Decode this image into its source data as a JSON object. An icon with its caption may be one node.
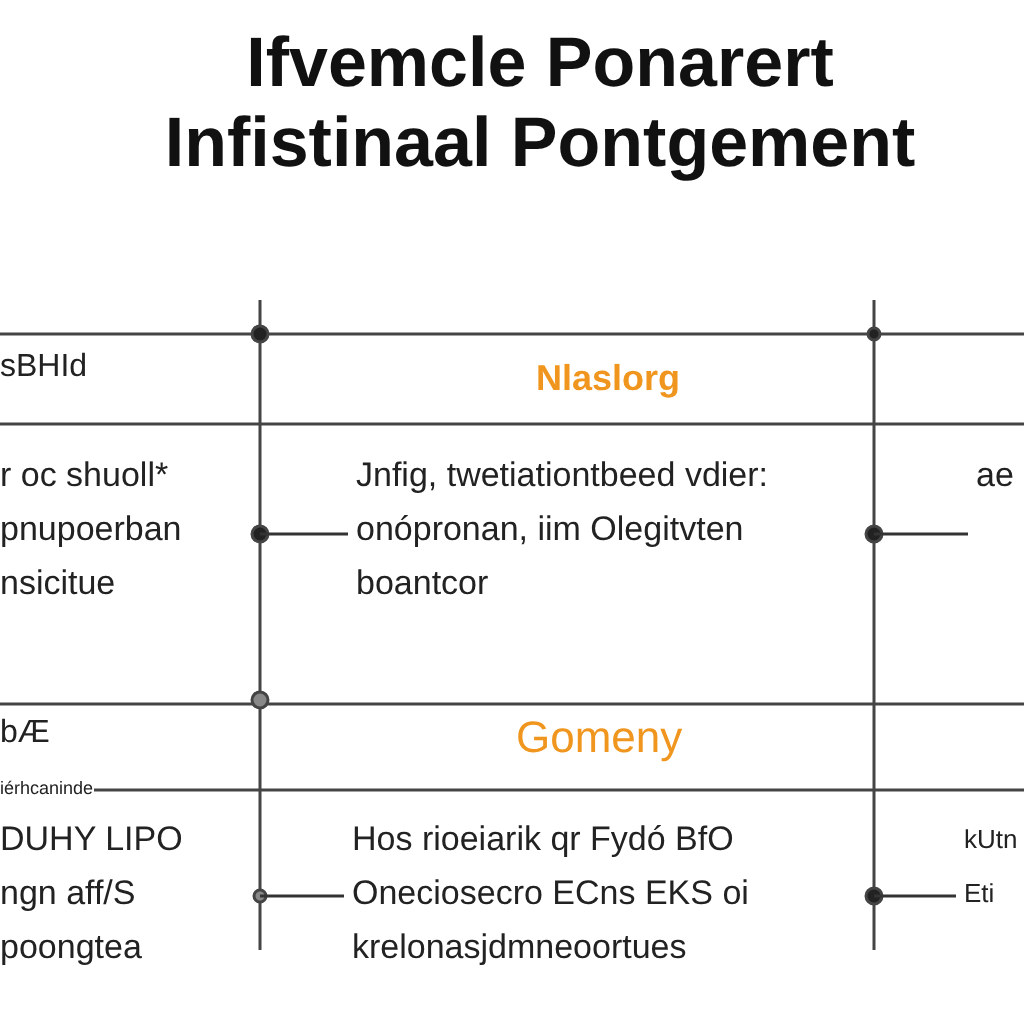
{
  "diagram": {
    "title": "Ifvemcle Ponarert Infistinaal Pontgement",
    "nodes": [
      {
        "text": [
          "Jnfig, twetiationtbeed vdier: onópronan, iim Olegitvten boantcor"
        ]
      },
      {
        "text": [
          "ae"
        ]
      },
      {
        "text": [
          "Hos rioeiarik qr Fydó BfO Oneciosecro ECns EKS oi krelonasjdmneoortues"
        ]
      },
      {
        "text": [
          "kUtn Eti"
        ]
      }
    ],
    "edges": [
      {
        "from": 0,
        "to": null,
        "arrow": "none"
      },
      {
        "from": 1,
        "to": null,
        "arrow": "none"
      },
      {
        "from": 2,
        "to": null,
        "arrow": "none"
      },
      {
        "from": 3,
        "to": null,
        "arrow": "none"
      }
    ],
    "labels": [
      "sBHId",
      "Nlaslorg",
      "r oc shuoll* pnupoerban nsicitue",
      "bÆ",
      "Gomeny",
      "iérhcaninde",
      "DUHY LIPO ngn aff/S poongtea"
    ]
  }
}
